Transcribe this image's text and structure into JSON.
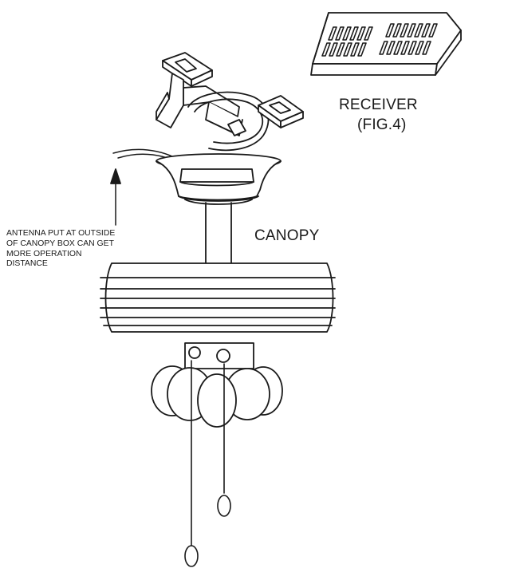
{
  "receiver": {
    "title": "RECEIVER",
    "figure": "(FIG.4)"
  },
  "canopy": {
    "label": "CANOPY"
  },
  "antenna_note": {
    "lines": [
      "ANTENNA PUT  AT OUTSIDE",
      "OF CANOPY BOX CAN GET",
      "MORE OPERATION",
      "DISTANCE"
    ]
  },
  "colors": {
    "stroke": "#1a1a1a",
    "background": "#ffffff"
  }
}
